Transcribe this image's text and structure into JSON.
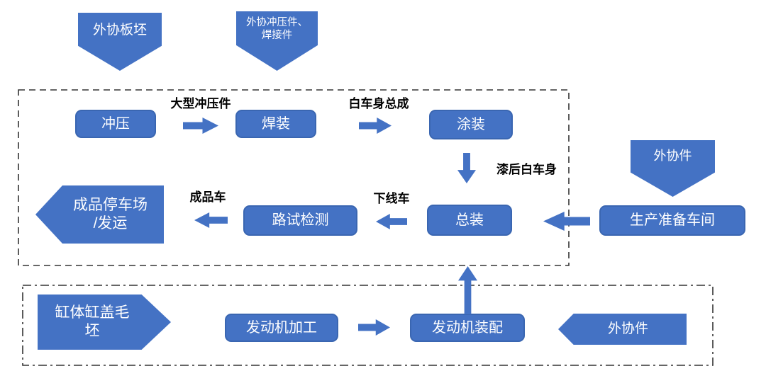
{
  "diagram": {
    "type": "flowchart",
    "colors": {
      "shape_fill": "#4472C4",
      "shape_border": "#3A66B1",
      "shape_text": "#FFFFFF",
      "boundary_line": "#333333",
      "label_text": "#000000"
    },
    "vehicle_plant": {
      "boundary_style": "dashed",
      "nodes": {
        "external_slab": "外协板坯",
        "external_stamp_weld": "外协冲压件、\n焊接件",
        "stamping": "冲压",
        "welding": "焊装",
        "painting": "涂装",
        "assembly": "总装",
        "external_parts": "外协件",
        "prep_workshop": "生产准备车间",
        "road_test": "路试检测",
        "finished_yard": "成品停车场\n/发运"
      },
      "flow_labels": {
        "large_stampings": "大型冲压件",
        "body_in_white": "白车身总成",
        "painted_body": "漆后白车身",
        "offline_vehicle": "下线车",
        "finished_vehicle": "成品车"
      }
    },
    "engine_plant": {
      "boundary_style": "dash-dot",
      "nodes": {
        "cylinder_blank": "缸体缸盖毛\n坯",
        "engine_machining": "发动机加工",
        "engine_assembly": "发动机装配",
        "external_parts": "外协件"
      }
    }
  }
}
